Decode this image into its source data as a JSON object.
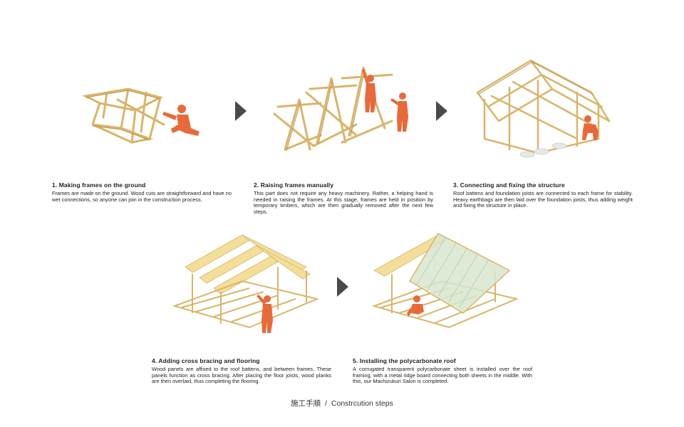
{
  "colors": {
    "timber": "#d9b56a",
    "timber_dark": "#b8914a",
    "person": "#e86a3a",
    "panel": "#f3de9a",
    "roof": "#d8e6cf",
    "arrow": "#4a4a4a",
    "earthbag": "#e8e8e8"
  },
  "steps": [
    {
      "title": "1. Making frames on the ground",
      "body": "Frames are made on the ground. Wood cuts are straightforward and have no wet connections, so anyone can  join in the construction process."
    },
    {
      "title": "2. Raising frames manually",
      "body": "This part does not require any heavy machinery. Rather, a helping hand is needed in raising the frames. At this stage, frames are held in position by temporary timbers, which are then gradually removed after the next few steps."
    },
    {
      "title": "3. Connecting and fixing the structure",
      "body": "Roof battens and foundation joists are connected to each frame for stability. Heavy earthbags are then laid over the foundation joists, thus adding weight and fixing the structure in place."
    },
    {
      "title": "4. Adding cross bracing and flooring",
      "body": "Wood panels are affixed to the roof battens, and between frames. These panels function as cross bracing. After placing the floor joists, wood planks are then overlaid, thus completing the flooring."
    },
    {
      "title": "5. Installing the polycarbonate roof",
      "body": "A corrugated transparent polycarbonate sheet is installed over the roof framing, with a metal ridge board connecting both sheets in the middle. With this, our Machizukuri Salon is completed."
    }
  ],
  "caption": {
    "jp": "施工手順",
    "separator": "/",
    "en": "Constrcution steps"
  }
}
